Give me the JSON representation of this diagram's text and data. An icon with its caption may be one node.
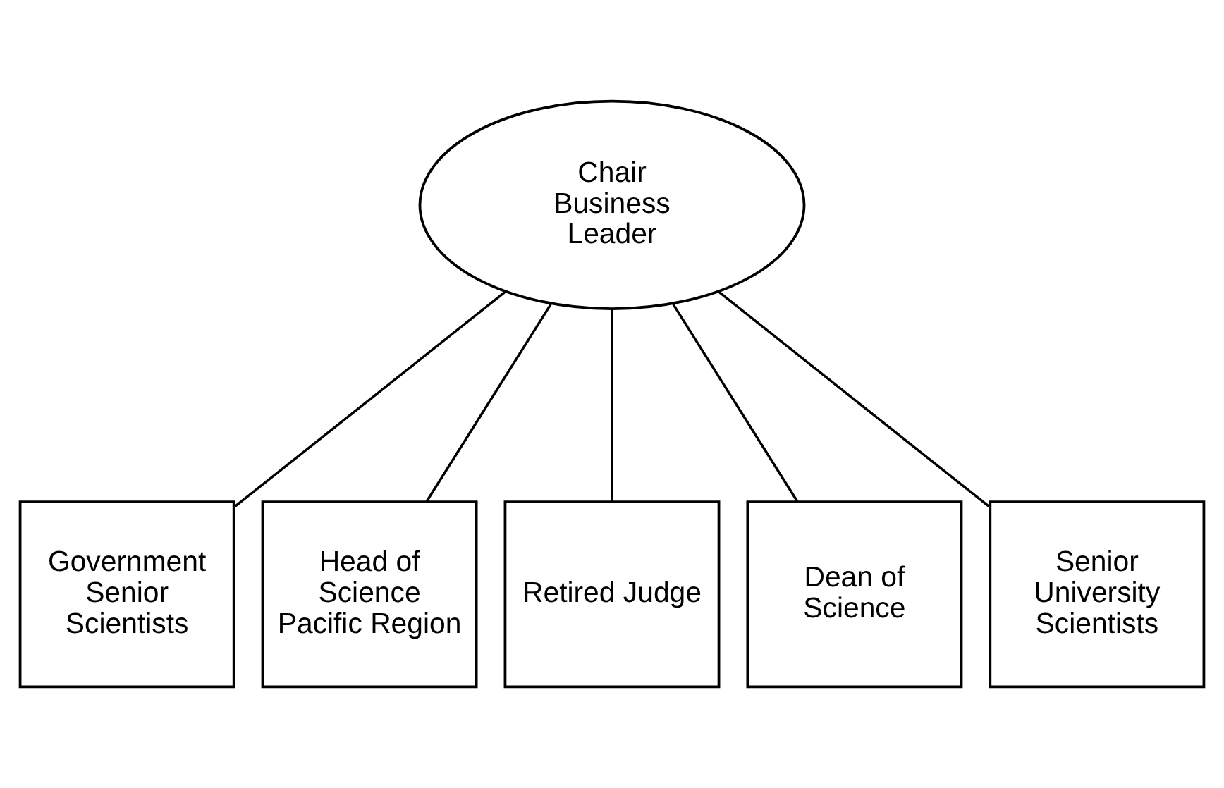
{
  "diagram": {
    "nodes": [
      {
        "text": [
          "Chair",
          "Business Leader"
        ]
      },
      {
        "text": [
          "Government Senior Scientists"
        ]
      },
      {
        "text": [
          "Head of Science Pacific Region"
        ]
      },
      {
        "text": [
          "Retired Judge"
        ]
      },
      {
        "text": [
          "Dean of Science"
        ]
      },
      {
        "text": [
          "Senior University Scientists"
        ]
      }
    ],
    "edges": [
      {
        "from": 0,
        "to": 1,
        "arrow": "none"
      },
      {
        "from": 0,
        "to": 2,
        "arrow": "none"
      },
      {
        "from": 0,
        "to": 3,
        "arrow": "none"
      },
      {
        "from": 0,
        "to": 4,
        "arrow": "none"
      },
      {
        "from": 0,
        "to": 5,
        "arrow": "none"
      }
    ]
  }
}
